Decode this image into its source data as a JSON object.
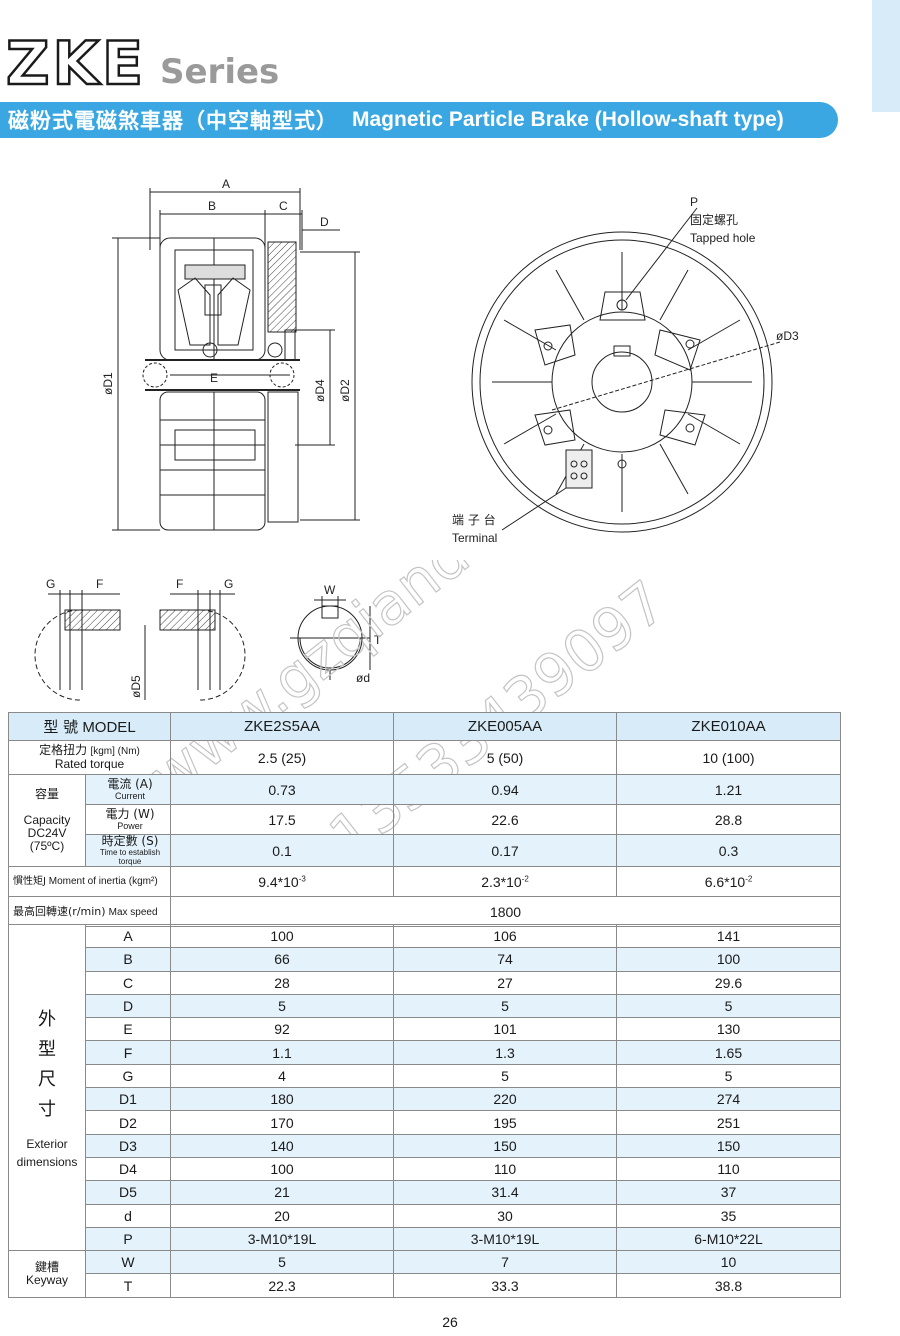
{
  "brand": {
    "name": "ZKE",
    "series": "Series"
  },
  "title": {
    "cn": "磁粉式電磁煞車器（中空軸型式）",
    "en": "Magnetic Particle Brake (Hollow-shaft type)"
  },
  "diagram_labels": {
    "A": "A",
    "B": "B",
    "C": "C",
    "D": "D",
    "E": "E",
    "D1": "øD1",
    "D2": "øD2",
    "D3": "øD3",
    "D4": "øD4",
    "D5": "øD5",
    "G": "G",
    "F": "F",
    "W": "W",
    "T": "T",
    "d": "ød",
    "P": "P",
    "P_cn": "固定螺孔",
    "P_en": "Tapped hole",
    "terminal_cn": "端 子 台",
    "terminal_en": "Terminal"
  },
  "watermark": {
    "line1": "www.gzqiandai.com",
    "line2": "13533439097"
  },
  "table": {
    "model_label_cn": "型 號",
    "model_label_en": "MODEL",
    "models": [
      "ZKE2S5AA",
      "ZKE005AA",
      "ZKE010AA"
    ],
    "rated_torque": {
      "cn": "定格扭力",
      "unit": "[kgm] (Nm)",
      "en": "Rated torque",
      "values": [
        "2.5 (25)",
        "5 (50)",
        "10 (100)"
      ]
    },
    "capacity": {
      "cn": "容量",
      "en": "Capacity",
      "voltage": "DC24V",
      "temp": "(75ºC)",
      "current": {
        "cn": "電流 (A)",
        "en": "Current",
        "values": [
          "0.73",
          "0.94",
          "1.21"
        ]
      },
      "power": {
        "cn": "電力 (W)",
        "en": "Power",
        "values": [
          "17.5",
          "22.6",
          "28.8"
        ]
      },
      "time": {
        "cn": "時定數 (S)",
        "en": "Time to establish torque",
        "values": [
          "0.1",
          "0.17",
          "0.3"
        ]
      }
    },
    "inertia": {
      "cn": "慣性矩J",
      "en": "Moment of inertia",
      "unit": "(kgm²)",
      "values": [
        {
          "base": "9.4*10",
          "exp": "-3"
        },
        {
          "base": "2.3*10",
          "exp": "-2"
        },
        {
          "base": "6.6*10",
          "exp": "-2"
        }
      ]
    },
    "max_speed": {
      "cn": "最高回轉速(r/min)",
      "en": "Max speed",
      "value": "1800"
    },
    "exterior": {
      "cn_chars": [
        "外",
        "型",
        "尺",
        "寸"
      ],
      "en": "Exterior dimensions",
      "rows": [
        {
          "key": "A",
          "values": [
            "100",
            "106",
            "141"
          ]
        },
        {
          "key": "B",
          "values": [
            "66",
            "74",
            "100"
          ]
        },
        {
          "key": "C",
          "values": [
            "28",
            "27",
            "29.6"
          ]
        },
        {
          "key": "D",
          "values": [
            "5",
            "5",
            "5"
          ]
        },
        {
          "key": "E",
          "values": [
            "92",
            "101",
            "130"
          ]
        },
        {
          "key": "F",
          "values": [
            "1.1",
            "1.3",
            "1.65"
          ]
        },
        {
          "key": "G",
          "values": [
            "4",
            "5",
            "5"
          ]
        },
        {
          "key": "D1",
          "values": [
            "180",
            "220",
            "274"
          ]
        },
        {
          "key": "D2",
          "values": [
            "170",
            "195",
            "251"
          ]
        },
        {
          "key": "D3",
          "values": [
            "140",
            "150",
            "150"
          ]
        },
        {
          "key": "D4",
          "values": [
            "100",
            "110",
            "110"
          ]
        },
        {
          "key": "D5",
          "values": [
            "21",
            "31.4",
            "37"
          ]
        },
        {
          "key": "d",
          "values": [
            "20",
            "30",
            "35"
          ]
        },
        {
          "key": "P",
          "values": [
            "3-M10*19L",
            "3-M10*19L",
            "6-M10*22L"
          ]
        }
      ]
    },
    "keyway": {
      "cn": "鍵槽",
      "en": "Keyway",
      "rows": [
        {
          "key": "W",
          "values": [
            "5",
            "7",
            "10"
          ]
        },
        {
          "key": "T",
          "values": [
            "22.3",
            "33.3",
            "38.8"
          ]
        }
      ]
    }
  },
  "page_number": "26"
}
